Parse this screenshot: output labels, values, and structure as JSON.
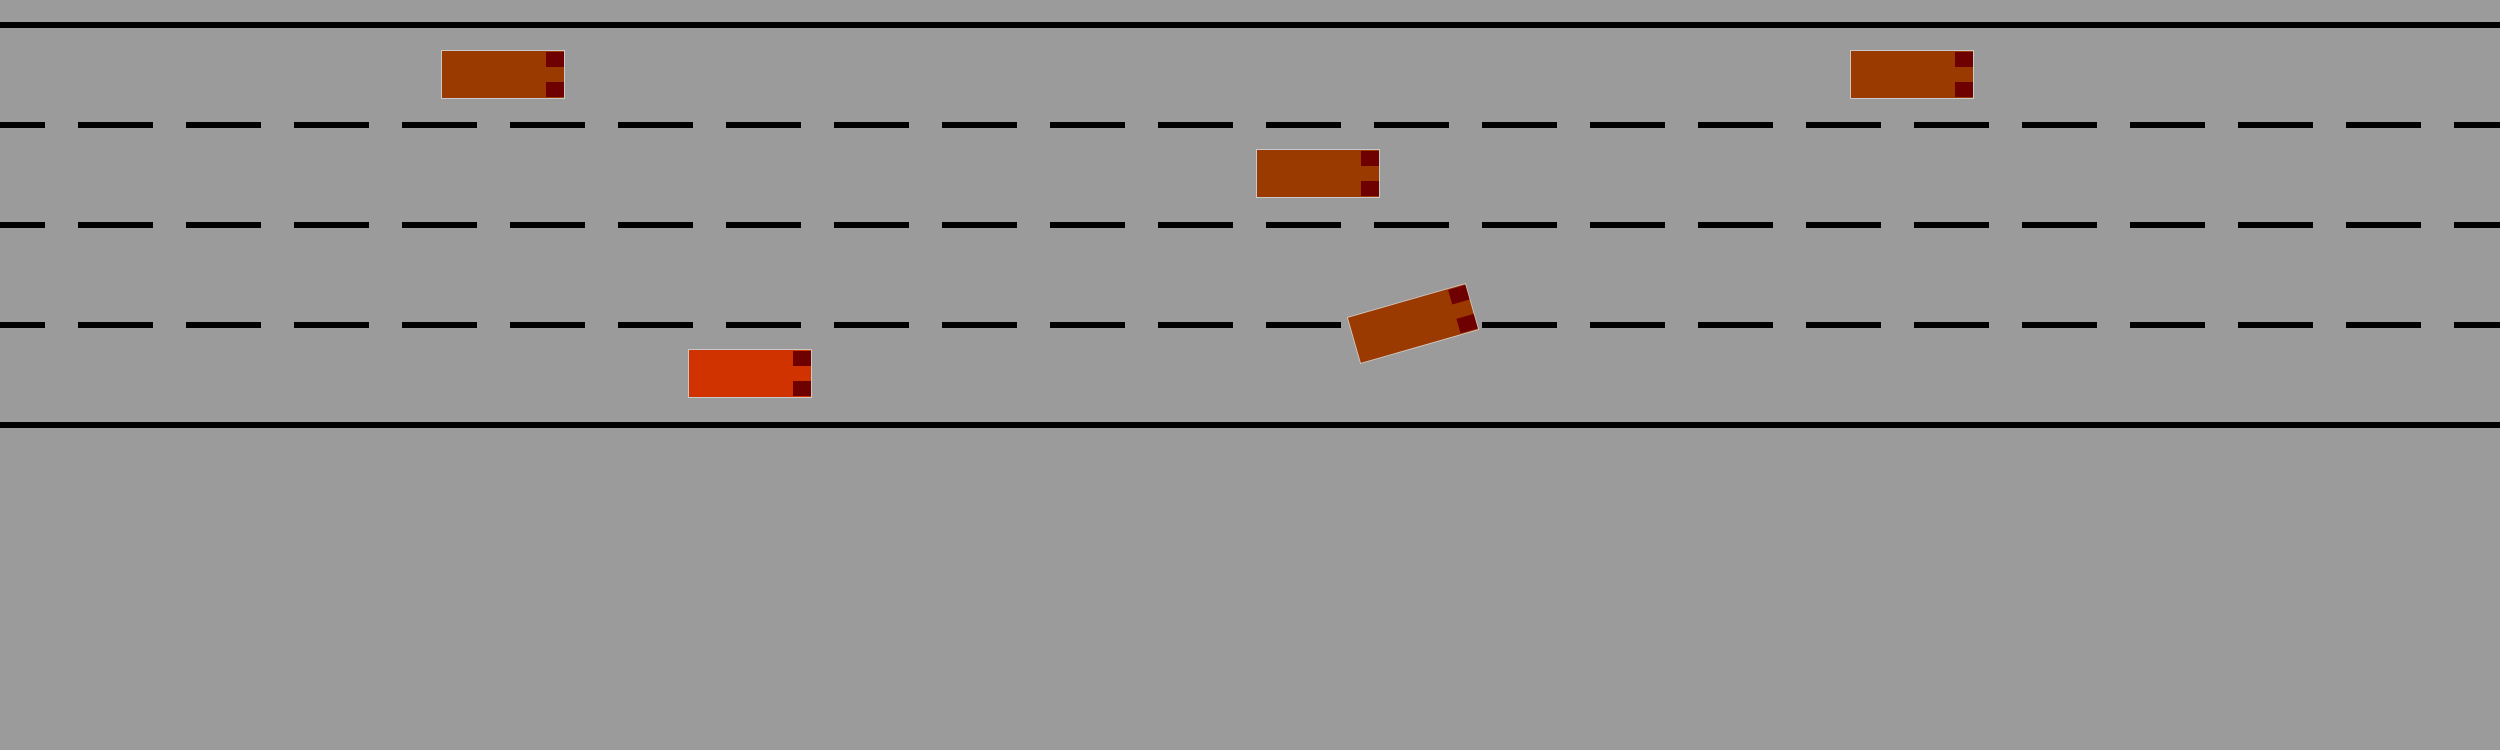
{
  "colors": {
    "road_background": "#9b9b9b",
    "road_edge_line": "#000000",
    "lane_marking": "#000000",
    "other_car_body": "#9b3a00",
    "ego_car_body": "#d03300",
    "tail_light": "#6e0000"
  },
  "road": {
    "lane_count": 4,
    "direction": "left-to-right"
  },
  "vehicles": [
    {
      "id": "car-1",
      "role": "other",
      "lane": 1,
      "heading": "straight"
    },
    {
      "id": "car-2",
      "role": "other",
      "lane": 1,
      "heading": "straight"
    },
    {
      "id": "car-3",
      "role": "other",
      "lane": 2,
      "heading": "straight"
    },
    {
      "id": "car-4",
      "role": "other",
      "lane": 3,
      "heading": "changing-lane-left"
    },
    {
      "id": "ego-car",
      "role": "ego",
      "lane": 4,
      "heading": "straight"
    }
  ]
}
